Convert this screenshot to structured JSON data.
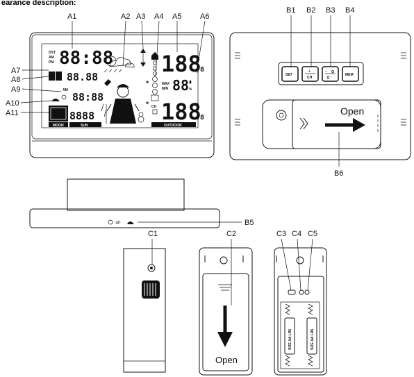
{
  "header": {
    "title": "earance description:"
  },
  "callouts": {
    "A1": "A1",
    "A2": "A2",
    "A3": "A3",
    "A4": "A4",
    "A5": "A5",
    "A6": "A6",
    "A7": "A7",
    "A8": "A8",
    "A9": "A9",
    "A10": "A10",
    "A11": "A11",
    "B1": "B1",
    "B2": "B2",
    "B3": "B3",
    "B4": "B4",
    "B5": "B5",
    "B6": "B6",
    "C1": "C1",
    "C2": "C2",
    "C3": "C3",
    "C4": "C4",
    "C5": "C5"
  },
  "display": {
    "moon": "MOON",
    "sun": "SUN",
    "outdoor": "OUTDOOR",
    "max": "MAX",
    "min": "MIN",
    "percent": "%"
  },
  "buttons": {
    "set": "SET",
    "ch": "CH",
    "mem": "MEM"
  },
  "battery_door": {
    "open_label": "Open"
  },
  "sensor_door": {
    "open_label": "Open"
  },
  "battery_labels": {
    "left": "SIZE AA LR6",
    "right": "SIZE AA LR6"
  }
}
